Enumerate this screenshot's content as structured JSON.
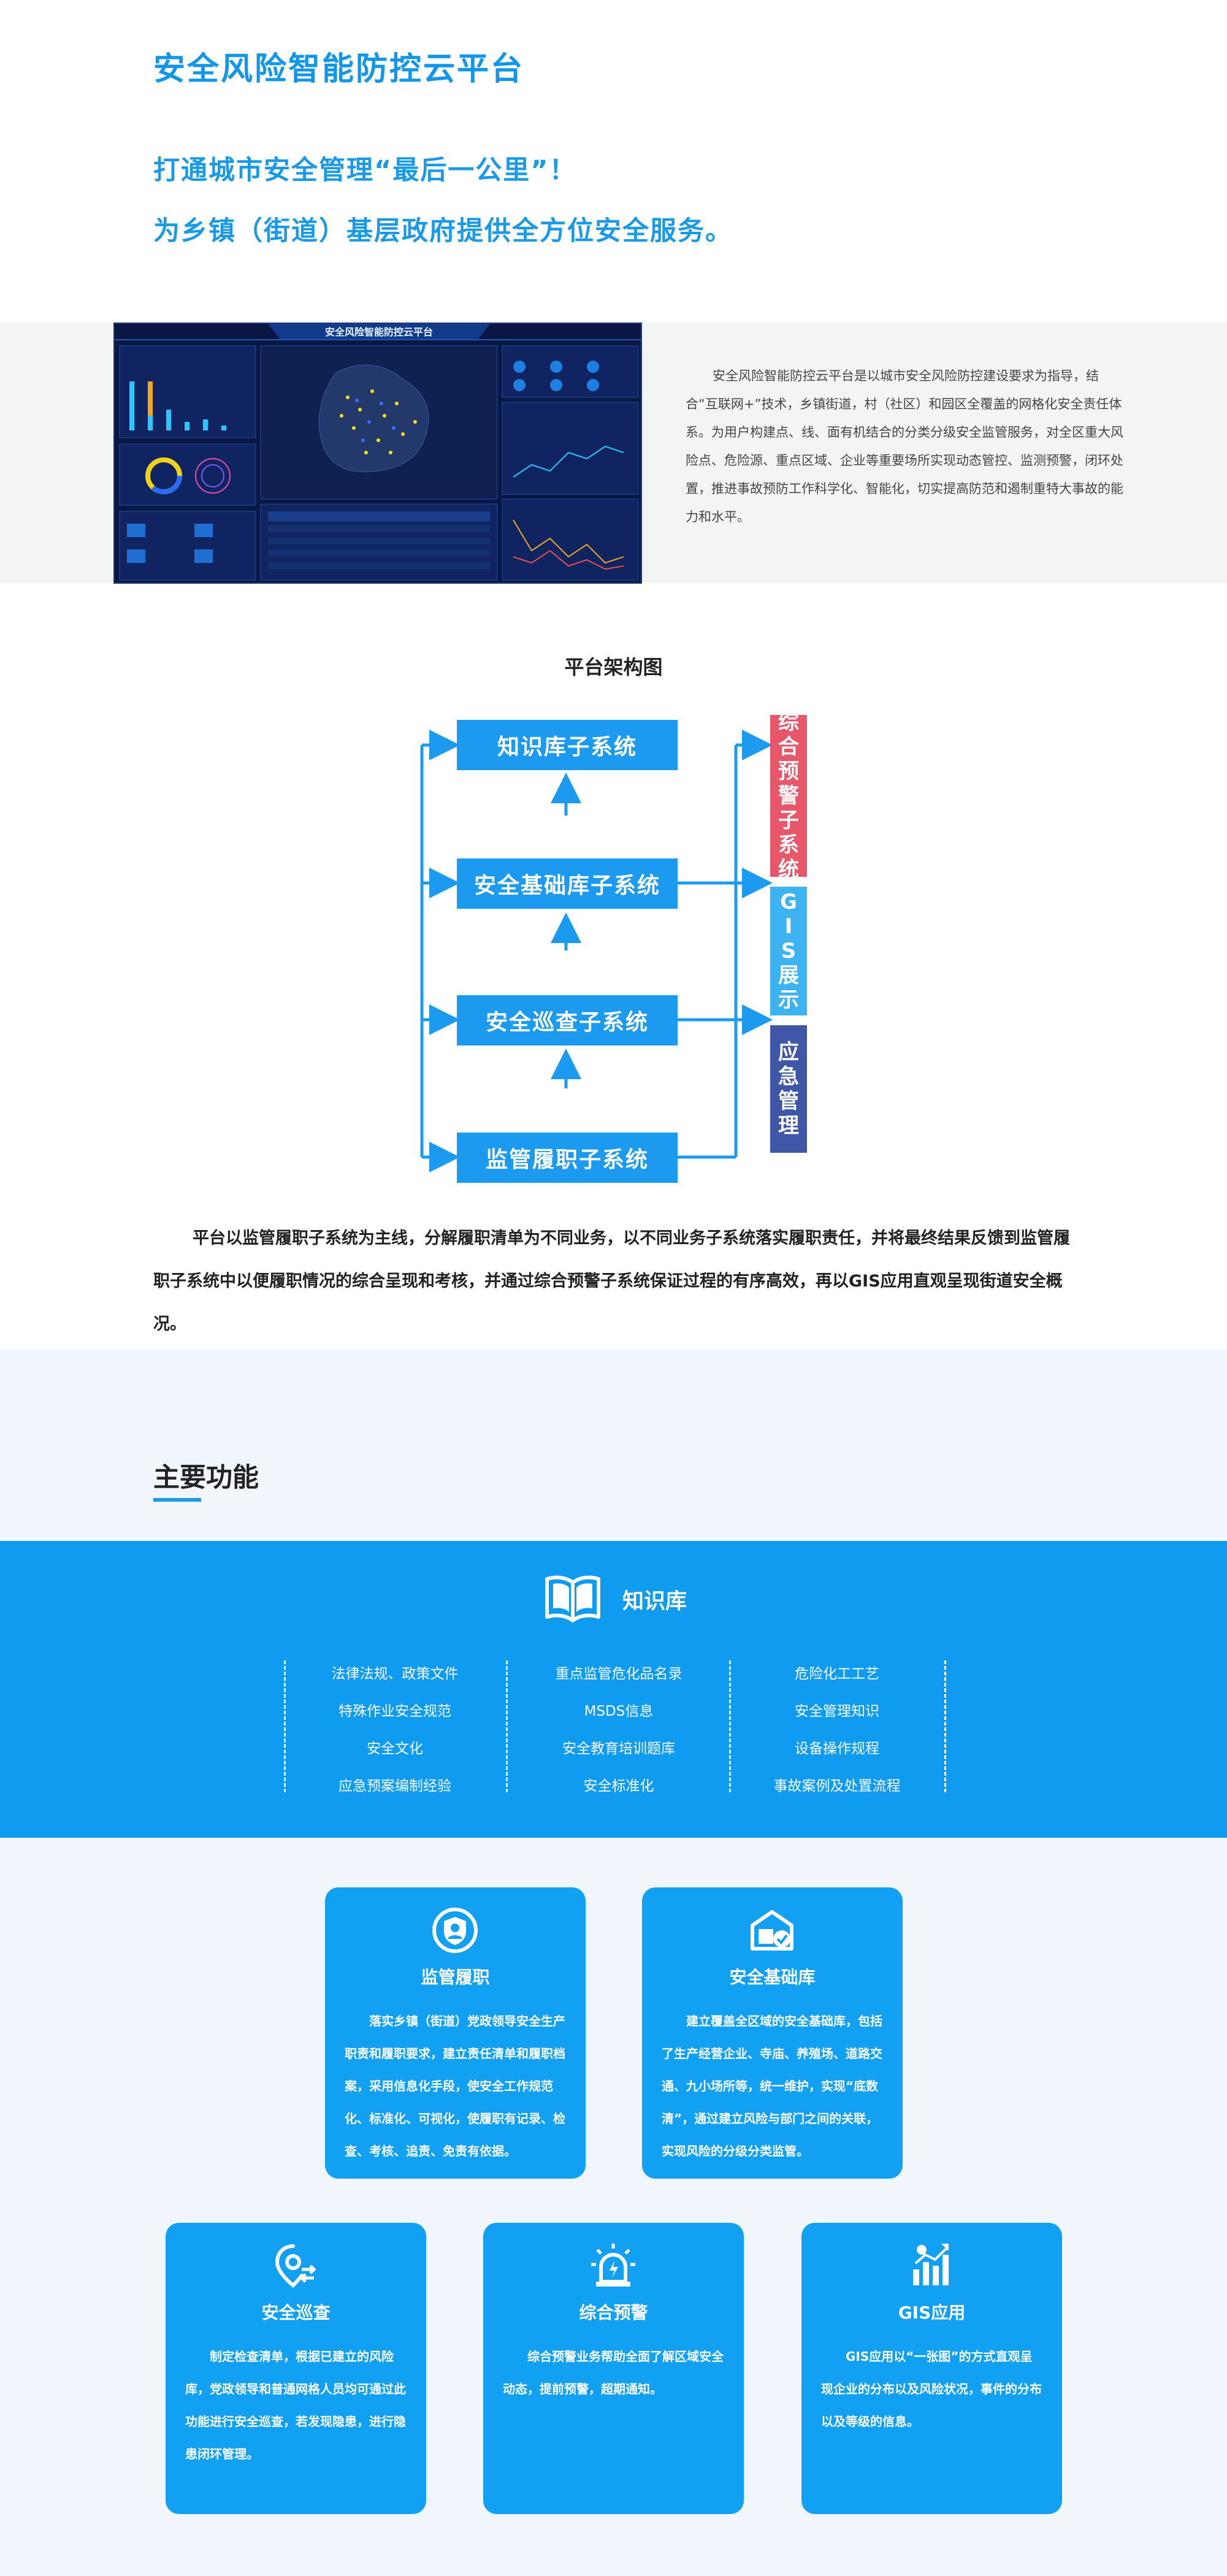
{
  "hero": {
    "title": "安全风险智能防控云平台",
    "line1": "打通城市安全管理“最后一公里”！",
    "line2": "为乡镇（街道）基层政府提供全方位安全服务。"
  },
  "dashboard": {
    "title": "安全风险智能防控云平台",
    "colors": {
      "bg": "#0b1a47",
      "panel": "#10245f",
      "accent": "#2cc7ff"
    }
  },
  "intro": {
    "text": "安全风险智能防控云平台是以城市安全风险防控建设要求为指导，结合“互联网+”技术，乡镇街道，村（社区）和园区全覆盖的网格化安全责任体系。为用户构建点、线、面有机结合的分类分级安全监管服务，对全区重大风险点、危险源、重点区域、企业等重要场所实现动态管控、监测预警，闭环处置，推进事故预防工作科学化、智能化，切实提高防范和遏制重特大事故的能力和水平。"
  },
  "architecture": {
    "title": "平台架构图",
    "systems": [
      "知识库子系统",
      "安全基础库子系统",
      "安全巡查子系统",
      "监管履职子系统"
    ],
    "right_modules": [
      {
        "label": "综合预警子系统",
        "color": "#e8566a"
      },
      {
        "label": "GIS展示",
        "color": "#3db3f2"
      },
      {
        "label": "应急管理",
        "color": "#3f57a6"
      }
    ],
    "description": "平台以监管履职子系统为主线，分解履职清单为不同业务，以不同业务子系统落实履职责任，并将最终结果反馈到监管履职子系统中以便履职情况的综合呈现和考核，并通过综合预警子系统保证过程的有序高效，再以GIS应用直观呈现街道安全概况。"
  },
  "functions": {
    "title": "主要功能",
    "knowledge_base": {
      "title": "知识库",
      "icon": "book-icon",
      "columns": [
        [
          "法律法规、政策文件",
          "特殊作业安全规范",
          "安全文化",
          "应急预案编制经验"
        ],
        [
          "重点监管危化品名录",
          "MSDS信息",
          "安全教育培训题库",
          "安全标准化"
        ],
        [
          "危险化工工艺",
          "安全管理知识",
          "设备操作规程",
          "事故案例及处置流程"
        ]
      ]
    },
    "cards": [
      {
        "title": "监管履职",
        "icon": "shield-user-icon",
        "text": "落实乡镇（街道）党政领导安全生产职责和履职要求，建立责任清单和履职档案，采用信息化手段，使安全工作规范化、标准化、可视化，使履职有记录、检查、考核、追责、免责有依据。"
      },
      {
        "title": "安全基础库",
        "icon": "building-check-icon",
        "text": "建立覆盖全区域的安全基础库，包括了生产经营企业、寺庙、养殖场、道路交通、九小场所等，统一维护，实现“底数清”，通过建立风险与部门之间的关联，实现风险的分级分类监管。"
      },
      {
        "title": "安全巡查",
        "icon": "location-inspect-icon",
        "text": "制定检查清单，根据已建立的风险库，党政领导和普通网格人员均可通过此功能进行安全巡查，若发现隐患，进行隐患闭环管理。"
      },
      {
        "title": "综合预警",
        "icon": "alarm-light-icon",
        "text": "综合预警业务帮助全面了解区域安全动态，提前预警，超期通知。"
      },
      {
        "title": "GIS应用",
        "icon": "gis-chart-icon",
        "text": "GIS应用以“一张图”的方式直观呈现企业的分布以及风险状况，事件的分布以及等级的信息。"
      }
    ]
  }
}
